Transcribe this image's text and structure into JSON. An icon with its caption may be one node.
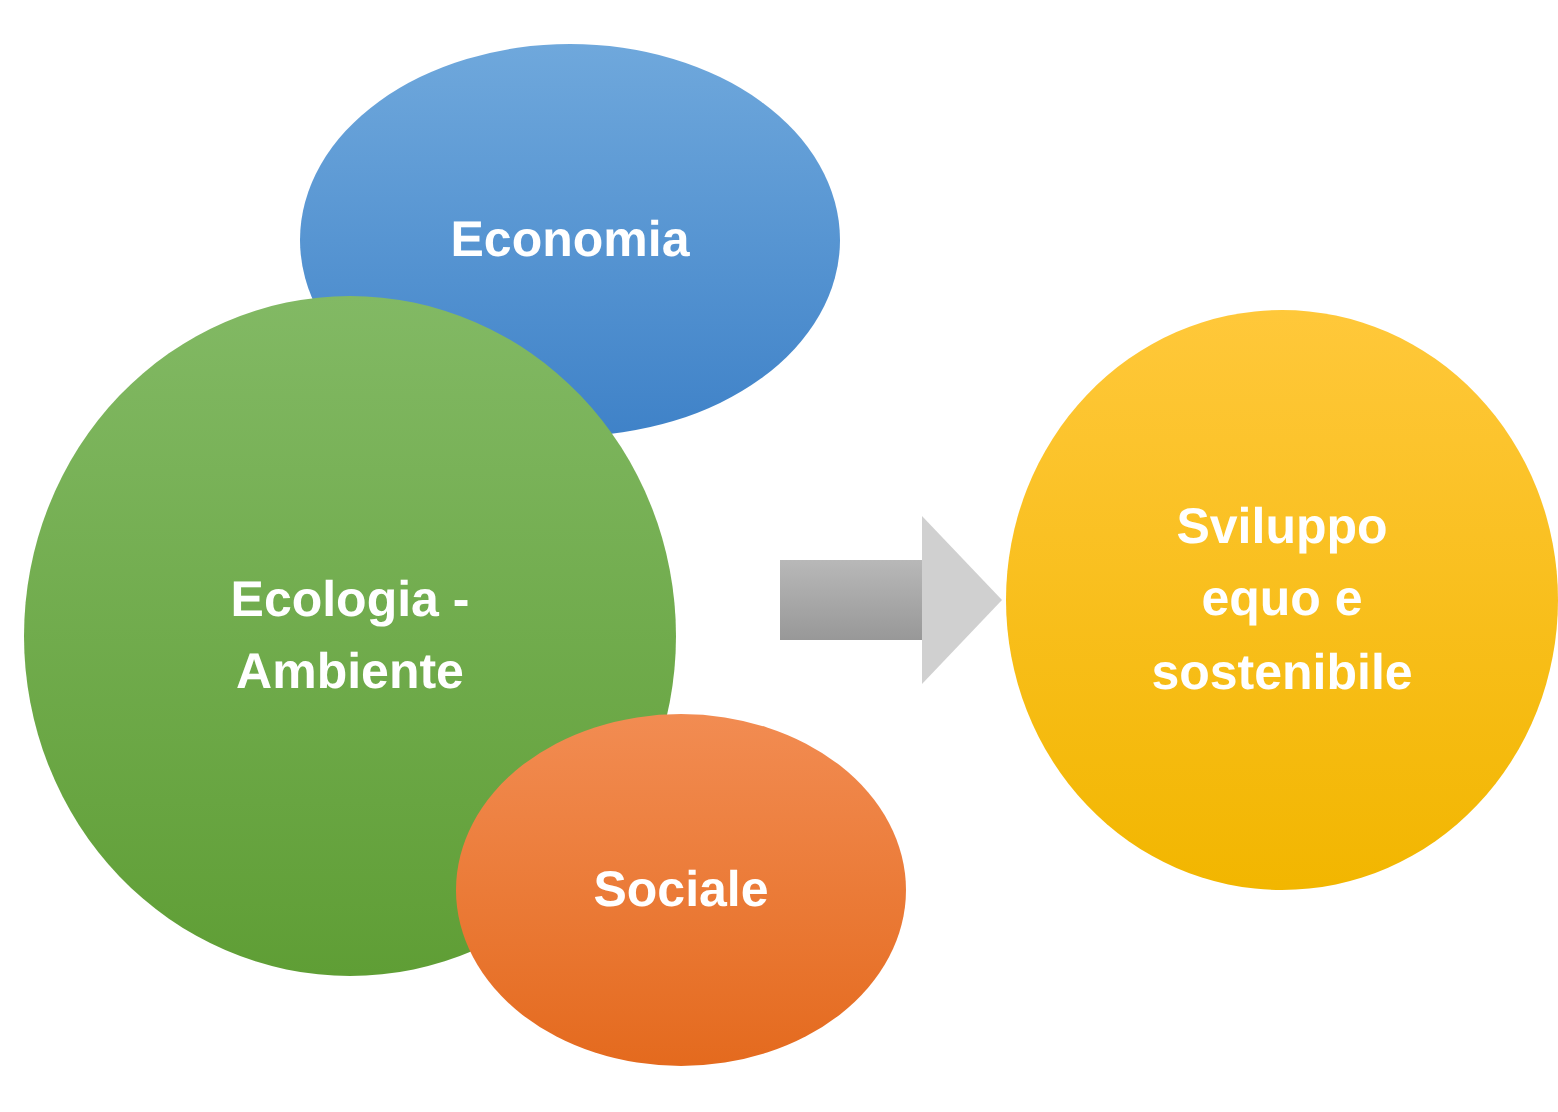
{
  "diagram": {
    "nodes": [
      {
        "text": [
          "Economia"
        ]
      },
      {
        "text": [
          "Ecologia - Ambiente"
        ]
      },
      {
        "text": [
          "Sociale"
        ]
      },
      {
        "text": [
          "Sviluppo equo e sostenibile"
        ]
      }
    ],
    "edges": [
      {
        "from": null,
        "to": 3,
        "arrow": "to",
        "style": "thick"
      }
    ]
  }
}
